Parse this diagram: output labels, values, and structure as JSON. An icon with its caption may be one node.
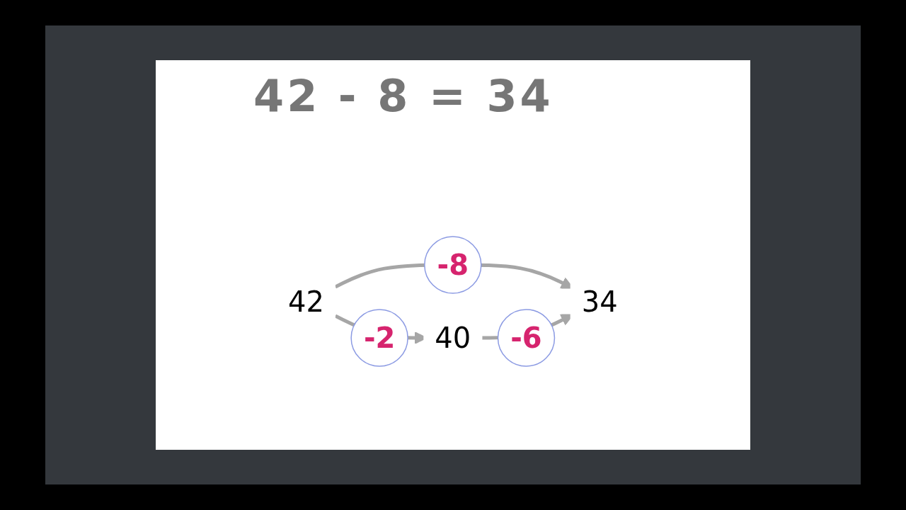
{
  "diagram": {
    "title": "42 - 8 = 34",
    "nodes": [
      {
        "text": [
          "42"
        ]
      },
      {
        "text": [
          "40"
        ]
      },
      {
        "text": [
          "34"
        ]
      }
    ],
    "edges": [
      {
        "from": 0,
        "to": 2,
        "arrow": "to",
        "label": "-8"
      },
      {
        "from": 0,
        "to": 1,
        "arrow": "to",
        "label": "-2"
      },
      {
        "from": 1,
        "to": 2,
        "arrow": "to",
        "label": "-6"
      }
    ]
  }
}
